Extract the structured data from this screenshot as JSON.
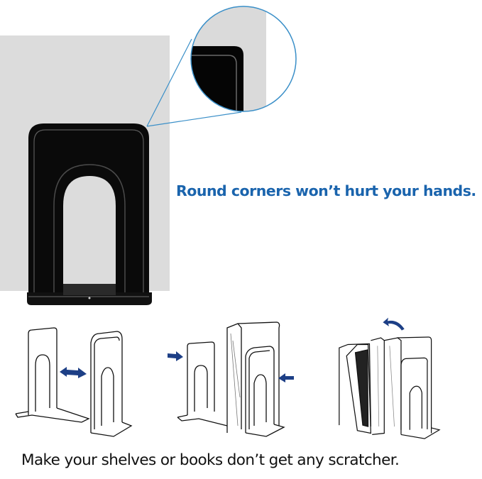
{
  "hero": {
    "caption": "Round corners won’t hurt your hands.",
    "caption_color": "#1a64ad",
    "panel_color": "#dcdcdc",
    "bookend_color": "#0a0a0a",
    "zoom_circle_color": "#3a8fc8"
  },
  "illustrations": [
    {
      "name": "adjust-spacing",
      "arrow": "double-horizontal-arrow-icon"
    },
    {
      "name": "compress-books",
      "arrow": "inward-arrows-icon"
    },
    {
      "name": "pull-book",
      "arrow": "curved-arrow-icon"
    }
  ],
  "footer": {
    "caption": "Make your shelves or books don’t get any scratcher.",
    "caption_color": "#111111"
  },
  "arrow_color": "#1d3f86"
}
